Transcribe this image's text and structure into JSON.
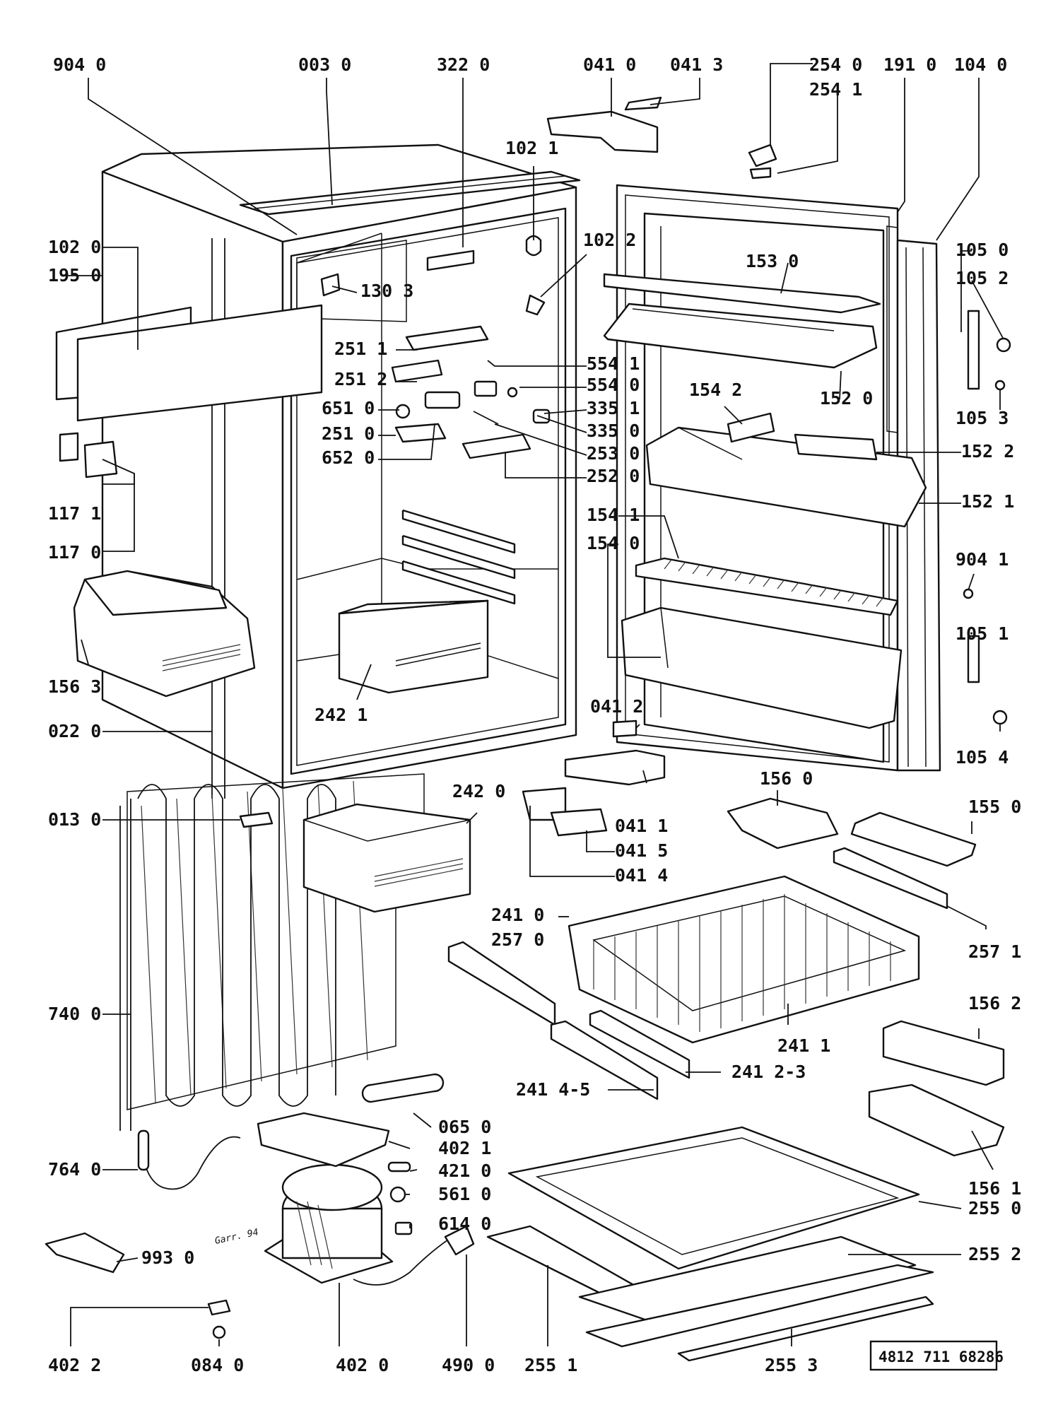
{
  "labels": [
    {
      "id": "904-0",
      "text": "904 0"
    },
    {
      "id": "003-0",
      "text": "003 0"
    },
    {
      "id": "322-0",
      "text": "322 0"
    },
    {
      "id": "041-0",
      "text": "041 0"
    },
    {
      "id": "041-3",
      "text": "041 3"
    },
    {
      "id": "254-0",
      "text": "254 0"
    },
    {
      "id": "254-1",
      "text": "254 1"
    },
    {
      "id": "191-0",
      "text": "191 0"
    },
    {
      "id": "104-0",
      "text": "104 0"
    },
    {
      "id": "102-1",
      "text": "102 1"
    },
    {
      "id": "102-2",
      "text": "102 2"
    },
    {
      "id": "102-0",
      "text": "102 0"
    },
    {
      "id": "195-0",
      "text": "195 0"
    },
    {
      "id": "130-3",
      "text": "130 3"
    },
    {
      "id": "153-0",
      "text": "153 0"
    },
    {
      "id": "105-0",
      "text": "105 0"
    },
    {
      "id": "105-2",
      "text": "105 2"
    },
    {
      "id": "251-1",
      "text": "251 1"
    },
    {
      "id": "251-2",
      "text": "251 2"
    },
    {
      "id": "554-1",
      "text": "554 1"
    },
    {
      "id": "554-0",
      "text": "554 0"
    },
    {
      "id": "651-0",
      "text": "651 0"
    },
    {
      "id": "335-1",
      "text": "335 1"
    },
    {
      "id": "251-0",
      "text": "251 0"
    },
    {
      "id": "335-0",
      "text": "335 0"
    },
    {
      "id": "652-0",
      "text": "652 0"
    },
    {
      "id": "253-0",
      "text": "253 0"
    },
    {
      "id": "252-0",
      "text": "252 0"
    },
    {
      "id": "154-2",
      "text": "154 2"
    },
    {
      "id": "152-0",
      "text": "152 0"
    },
    {
      "id": "105-3",
      "text": "105 3"
    },
    {
      "id": "152-2",
      "text": "152 2"
    },
    {
      "id": "152-1",
      "text": "152 1"
    },
    {
      "id": "117-1",
      "text": "117 1"
    },
    {
      "id": "117-0",
      "text": "117 0"
    },
    {
      "id": "154-1",
      "text": "154 1"
    },
    {
      "id": "154-0",
      "text": "154 0"
    },
    {
      "id": "904-1",
      "text": "904 1"
    },
    {
      "id": "156-3",
      "text": "156 3"
    },
    {
      "id": "242-1",
      "text": "242 1"
    },
    {
      "id": "105-1",
      "text": "105 1"
    },
    {
      "id": "041-2",
      "text": "041 2"
    },
    {
      "id": "022-0",
      "text": "022 0"
    },
    {
      "id": "105-4",
      "text": "105 4"
    },
    {
      "id": "156-0",
      "text": "156 0"
    },
    {
      "id": "242-0",
      "text": "242 0"
    },
    {
      "id": "013-0",
      "text": "013 0"
    },
    {
      "id": "041-1",
      "text": "041 1"
    },
    {
      "id": "155-0",
      "text": "155 0"
    },
    {
      "id": "041-5",
      "text": "041 5"
    },
    {
      "id": "041-4",
      "text": "041 4"
    },
    {
      "id": "241-0",
      "text": "241 0"
    },
    {
      "id": "257-0",
      "text": "257 0"
    },
    {
      "id": "257-1",
      "text": "257 1"
    },
    {
      "id": "740-0",
      "text": "740 0"
    },
    {
      "id": "156-2",
      "text": "156 2"
    },
    {
      "id": "241-1",
      "text": "241 1"
    },
    {
      "id": "241-2-3",
      "text": "241 2-3"
    },
    {
      "id": "241-4-5",
      "text": "241 4-5"
    },
    {
      "id": "065-0",
      "text": "065 0"
    },
    {
      "id": "402-1",
      "text": "402 1"
    },
    {
      "id": "421-0",
      "text": "421 0"
    },
    {
      "id": "764-0",
      "text": "764 0"
    },
    {
      "id": "156-1",
      "text": "156 1"
    },
    {
      "id": "561-0",
      "text": "561 0"
    },
    {
      "id": "255-0",
      "text": "255 0"
    },
    {
      "id": "614-0",
      "text": "614 0"
    },
    {
      "id": "993-0",
      "text": "993 0"
    },
    {
      "id": "255-2",
      "text": "255 2"
    },
    {
      "id": "402-2",
      "text": "402 2"
    },
    {
      "id": "084-0",
      "text": "084 0"
    },
    {
      "id": "402-0",
      "text": "402 0"
    },
    {
      "id": "490-0",
      "text": "490 0"
    },
    {
      "id": "255-1",
      "text": "255 1"
    },
    {
      "id": "255-3",
      "text": "255 3"
    }
  ],
  "signature": "Garr. 94",
  "catalog_number": "4812 711 68286"
}
